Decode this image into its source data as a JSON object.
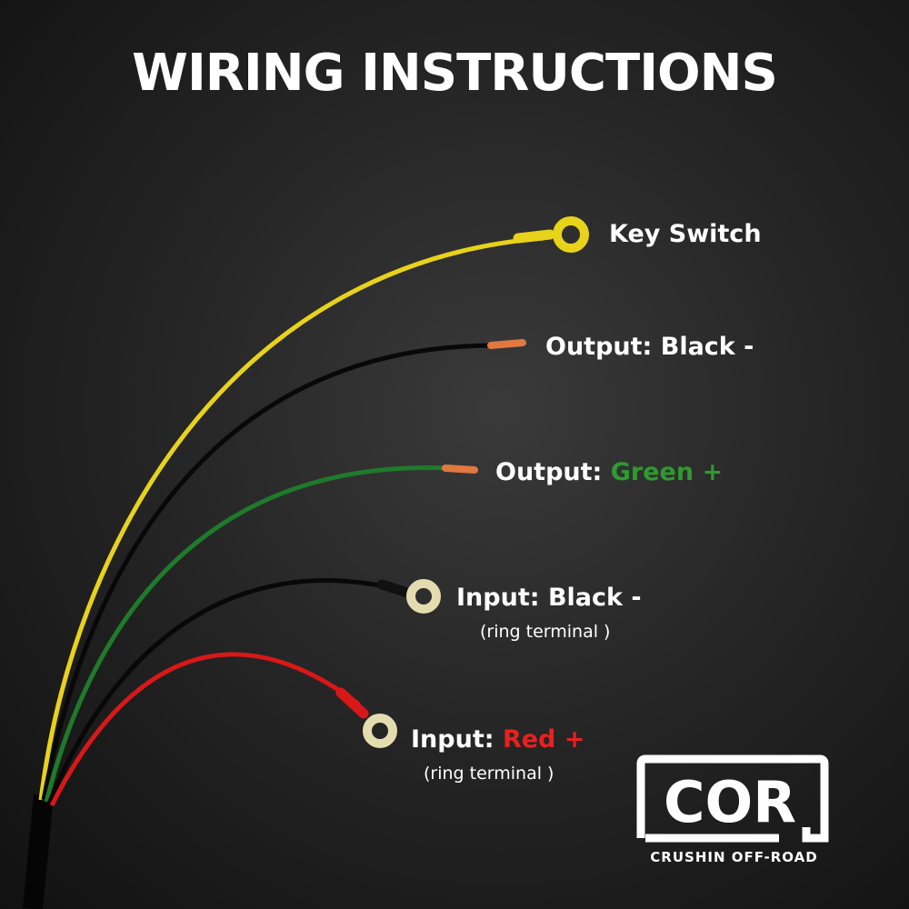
{
  "title": "WIRING INSTRUCTIONS",
  "labels": {
    "key_switch": "Key Switch",
    "output_black_prefix": "Output:",
    "output_black_value": "Black -",
    "output_green_prefix": "Output:",
    "output_green_value": "Green +",
    "input_black_prefix": "Input:",
    "input_black_value": "Black -",
    "input_black_note": "(ring terminal )",
    "input_red_prefix": "Input:",
    "input_red_value": "Red +",
    "input_red_note": "(ring terminal )"
  },
  "logo": {
    "mark": "COR",
    "tagline": "CRUSHIN OFF-ROAD"
  },
  "colors": {
    "yellow": "#e8d21a",
    "green": "#1f7a2a",
    "red": "#d81818",
    "black": "#0a0a0a",
    "terminal": "#e3dcae",
    "copper": "#e07840"
  }
}
